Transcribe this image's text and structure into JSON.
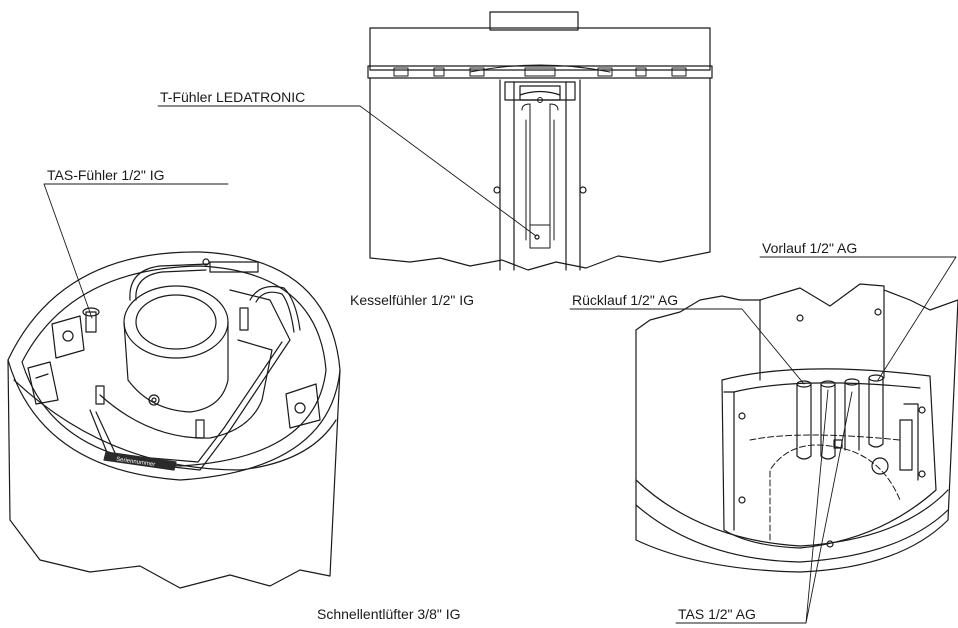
{
  "labels": {
    "t_fuehler": "T-Fühler LEDATRONIC",
    "tas_fuehler": "TAS-Fühler 1/2\" IG",
    "kesselfuehler": "Kesselfühler 1/2\" IG",
    "ruecklauf": "Rücklauf 1/2\" AG",
    "vorlauf": "Vorlauf 1/2\" AG",
    "schnellentluefter": "Schnellentlüfter 3/8\" IG",
    "tas_ag": "TAS 1/2\" AG",
    "seriennummer": "Seriennummer"
  },
  "colors": {
    "line": "#1a1a1a",
    "paper": "#ffffff",
    "plate": "#2a2a2a"
  }
}
